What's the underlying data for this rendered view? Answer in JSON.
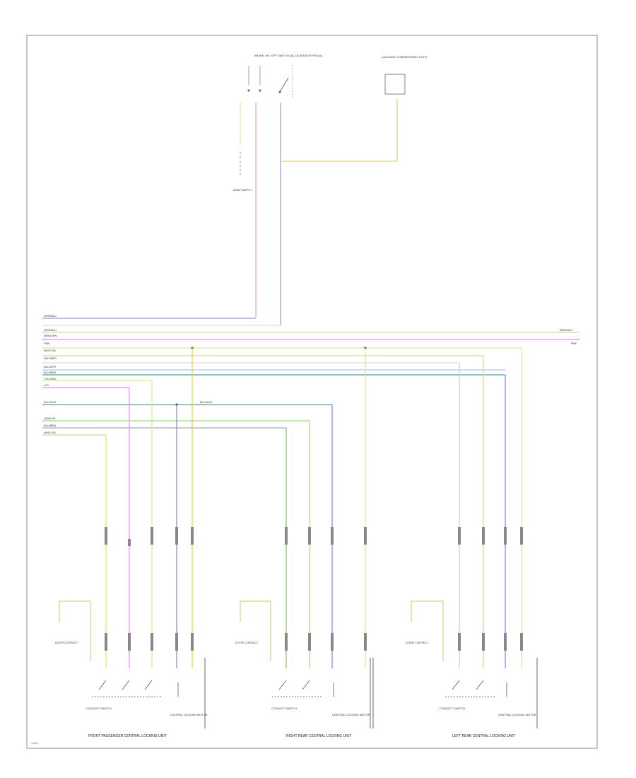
{
  "diagram": {
    "top_components": {
      "switch": "BRAKE ON / OFF SWITCH (ACCELERATOR PEDAL)",
      "lamp": "LUGGAGE COMPARTMENT LIGHT",
      "left_ground": "MAIN SUPPLY"
    },
    "bus_labels": [
      "GRN/BLU",
      "GRN/BLU",
      "BRN/GRN",
      "PNK",
      "WHT/YEL",
      "GRY/BRN",
      "BLU/GRY",
      "BLU/BRN",
      "YEL/GRN",
      "VIO",
      "BLU/WHT",
      "GRN/YEL",
      "BLU/BRN",
      "WHT/YEL"
    ],
    "right_bus_labels": [
      "BRN/WHT",
      "PNK"
    ],
    "mid_bus_label": "BLU/WHT",
    "modules": {
      "front": "FRONT PASSENGER CENTRAL LOCKING UNIT",
      "rear_left": "RIGHT REAR CENTRAL LOCKING UNIT",
      "rear_right": "LEFT REAR CENTRAL LOCKING UNIT"
    },
    "sub_labels": {
      "contact": "CONTACT SWITCH",
      "motor": "CENTRAL LOCKING MOTOR",
      "ground": "DOOR CONTACT"
    },
    "footer": "1 of 2"
  }
}
